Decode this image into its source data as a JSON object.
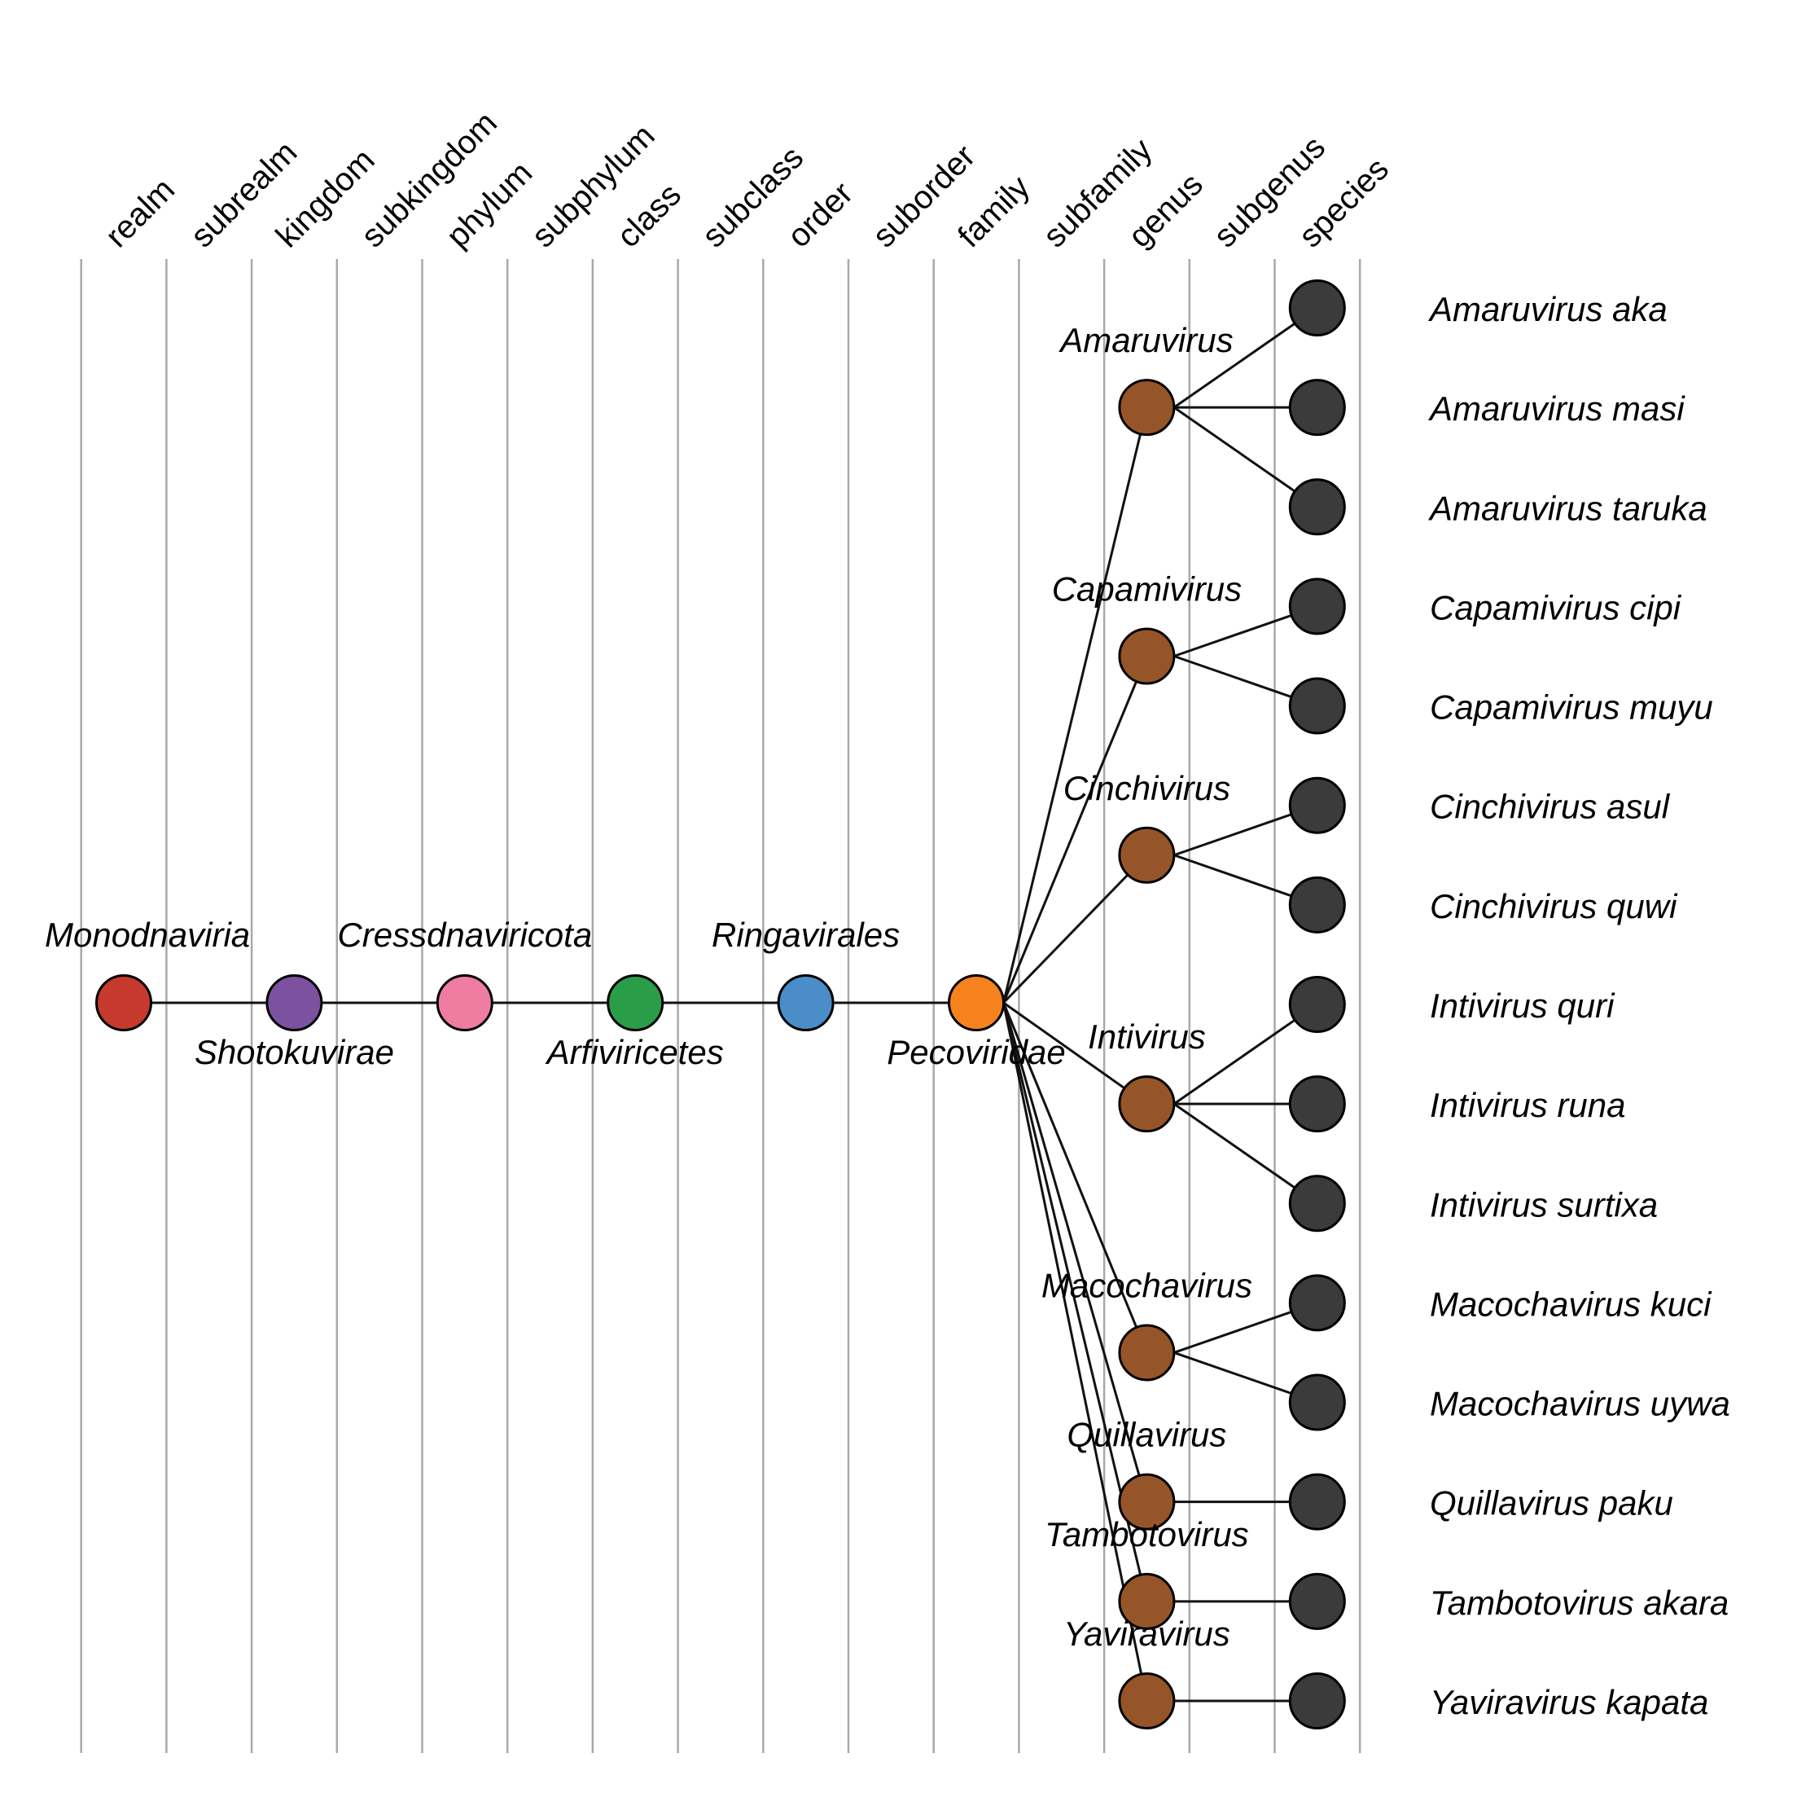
{
  "diagram": {
    "type": "taxonomy-cladogram",
    "ranks": [
      "realm",
      "subrealm",
      "kingdom",
      "subkingdom",
      "phylum",
      "subphylum",
      "class",
      "subclass",
      "order",
      "suborder",
      "family",
      "subfamily",
      "genus",
      "subgenus",
      "species"
    ],
    "lineage": [
      {
        "rank": "realm",
        "name": "Monodnaviria",
        "color": "#c53a2d",
        "label_side": "above"
      },
      {
        "rank": "kingdom",
        "name": "Shotokuvirae",
        "color": "#7c519f",
        "label_side": "below"
      },
      {
        "rank": "phylum",
        "name": "Cressdnaviricota",
        "color": "#ef7da2",
        "label_side": "above"
      },
      {
        "rank": "class",
        "name": "Arfiviricetes",
        "color": "#2a9d49",
        "label_side": "below"
      },
      {
        "rank": "order",
        "name": "Ringavirales",
        "color": "#4a8dc8",
        "label_side": "above"
      },
      {
        "rank": "family",
        "name": "Pecoviridae",
        "color": "#f6831e",
        "label_side": "below"
      }
    ],
    "genus_color": "#965528",
    "species_color": "#3b3b3b",
    "genera": [
      {
        "name": "Amaruvirus",
        "species": [
          "Amaruvirus aka",
          "Amaruvirus masi",
          "Amaruvirus taruka"
        ]
      },
      {
        "name": "Capamivirus",
        "species": [
          "Capamivirus cipi",
          "Capamivirus muyu"
        ]
      },
      {
        "name": "Cinchivirus",
        "species": [
          "Cinchivirus asul",
          "Cinchivirus quwi"
        ]
      },
      {
        "name": "Intivirus",
        "species": [
          "Intivirus quri",
          "Intivirus runa",
          "Intivirus surtixa"
        ]
      },
      {
        "name": "Macochavirus",
        "species": [
          "Macochavirus kuci",
          "Macochavirus uywa"
        ]
      },
      {
        "name": "Quillavirus",
        "species": [
          "Quillavirus paku"
        ]
      },
      {
        "name": "Tambotovirus",
        "species": [
          "Tambotovirus akara"
        ]
      },
      {
        "name": "Yaviravirus",
        "species": [
          "Yaviravirus kapata"
        ]
      }
    ],
    "colors": {
      "gridline": "#a9a9a9",
      "edge": "#111111",
      "text": "#000000",
      "background": "#ffffff"
    }
  }
}
